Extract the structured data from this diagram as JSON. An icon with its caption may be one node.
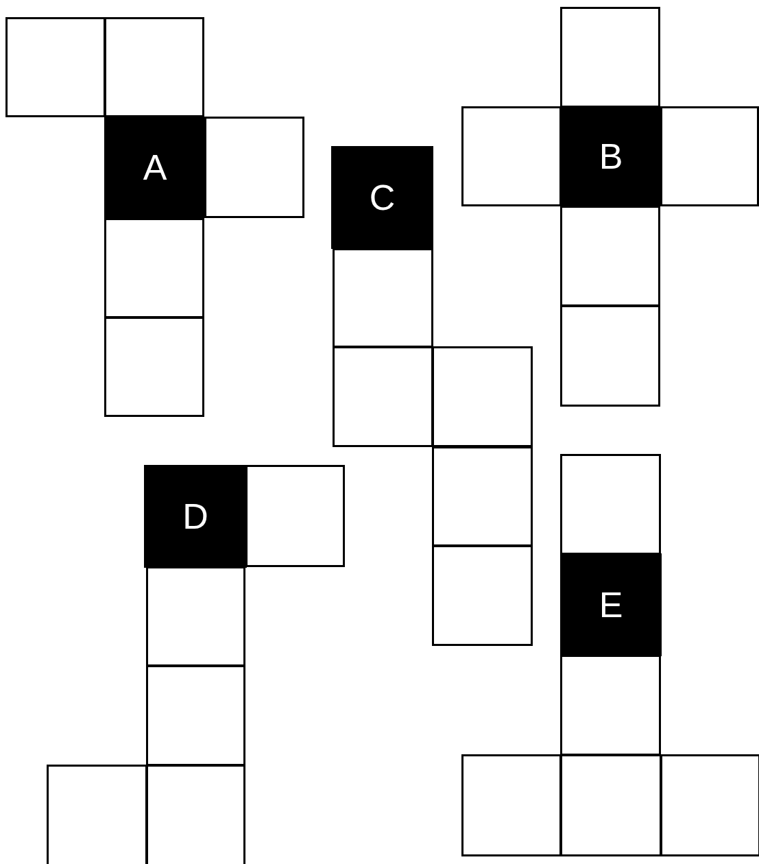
{
  "diagram": {
    "nodes": [
      {
        "text": [],
        "shape": "box"
      },
      {
        "text": [],
        "shape": "box"
      },
      {
        "text": [
          "A"
        ]
      },
      {
        "text": [],
        "shape": "box"
      },
      {
        "text": [],
        "shape": "box"
      },
      {
        "text": [],
        "shape": "box"
      },
      {
        "text": [],
        "shape": "box"
      },
      {
        "text": [],
        "shape": "box"
      },
      {
        "text": [
          "B"
        ]
      },
      {
        "text": [],
        "shape": "box"
      },
      {
        "text": [],
        "shape": "box"
      },
      {
        "text": [],
        "shape": "box"
      },
      {
        "text": [
          "C"
        ]
      },
      {
        "text": [],
        "shape": "box"
      },
      {
        "text": [],
        "shape": "box"
      },
      {
        "text": [],
        "shape": "box"
      },
      {
        "text": [],
        "shape": "box"
      },
      {
        "text": [],
        "shape": "box"
      },
      {
        "text": [
          "D"
        ]
      },
      {
        "text": [],
        "shape": "box"
      },
      {
        "text": [],
        "shape": "box"
      },
      {
        "text": [],
        "shape": "box"
      },
      {
        "text": [],
        "shape": "box"
      },
      {
        "text": [],
        "shape": "box"
      },
      {
        "text": [],
        "shape": "box"
      },
      {
        "text": [
          "E"
        ]
      },
      {
        "text": [],
        "shape": "box"
      },
      {
        "text": [],
        "shape": "box"
      },
      {
        "text": [],
        "shape": "box"
      },
      {
        "text": [],
        "shape": "box"
      }
    ]
  }
}
